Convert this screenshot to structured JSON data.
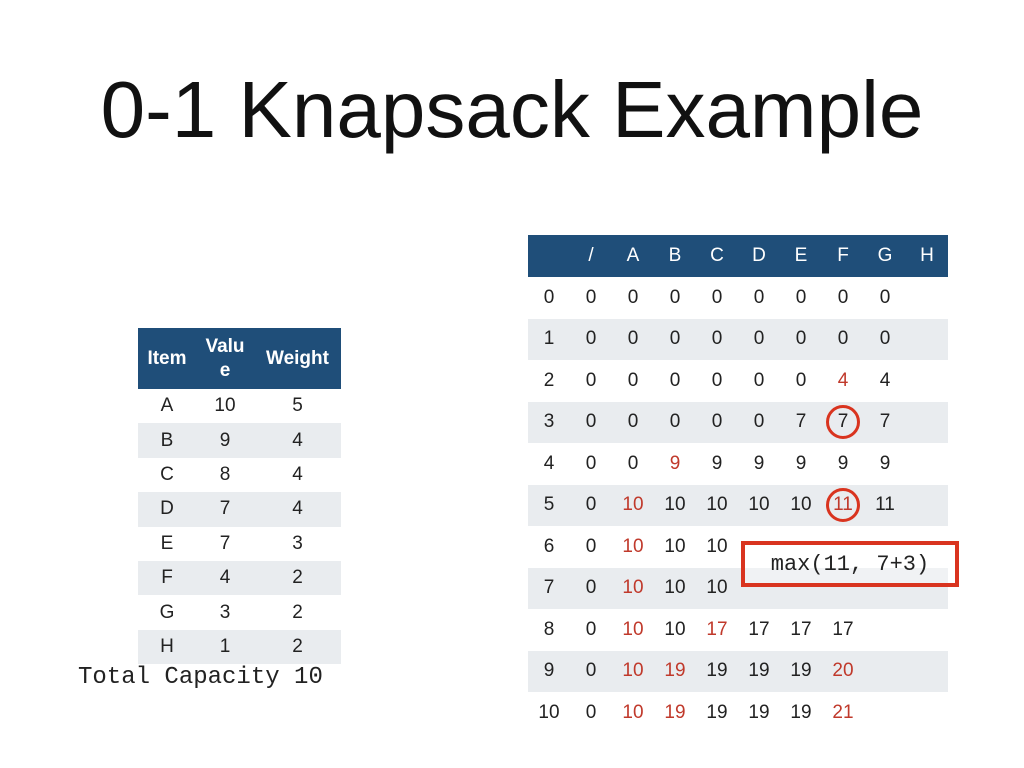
{
  "title": "0-1 Knapsack Example",
  "items_table": {
    "headers": [
      "Item",
      "Valu\ne",
      "Weight"
    ],
    "rows": [
      [
        "A",
        "10",
        "5"
      ],
      [
        "B",
        "9",
        "4"
      ],
      [
        "C",
        "8",
        "4"
      ],
      [
        "D",
        "7",
        "4"
      ],
      [
        "E",
        "7",
        "3"
      ],
      [
        "F",
        "4",
        "2"
      ],
      [
        "G",
        "3",
        "2"
      ],
      [
        "H",
        "1",
        "2"
      ]
    ]
  },
  "capacity_label": "Total Capacity 10",
  "dp_table": {
    "headers": [
      "",
      "/",
      "A",
      "B",
      "C",
      "D",
      "E",
      "F",
      "G",
      "H"
    ],
    "rows": [
      [
        "0",
        "0",
        "0",
        "0",
        "0",
        "0",
        "0",
        "0",
        "0",
        ""
      ],
      [
        "1",
        "0",
        "0",
        "0",
        "0",
        "0",
        "0",
        "0",
        "0",
        ""
      ],
      [
        "2",
        "0",
        "0",
        "0",
        "0",
        "0",
        "0",
        "4",
        "4",
        ""
      ],
      [
        "3",
        "0",
        "0",
        "0",
        "0",
        "0",
        "7",
        "7",
        "7",
        ""
      ],
      [
        "4",
        "0",
        "0",
        "9",
        "9",
        "9",
        "9",
        "9",
        "9",
        ""
      ],
      [
        "5",
        "0",
        "10",
        "10",
        "10",
        "10",
        "10",
        "11",
        "11",
        ""
      ],
      [
        "6",
        "0",
        "10",
        "10",
        "10",
        "",
        "",
        "",
        "",
        ""
      ],
      [
        "7",
        "0",
        "10",
        "10",
        "10",
        "",
        "",
        "",
        "",
        ""
      ],
      [
        "8",
        "0",
        "10",
        "10",
        "17",
        "17",
        "17",
        "17",
        "",
        ""
      ],
      [
        "9",
        "0",
        "10",
        "19",
        "19",
        "19",
        "19",
        "20",
        "",
        ""
      ],
      [
        "10",
        "0",
        "10",
        "19",
        "19",
        "19",
        "19",
        "21",
        "",
        ""
      ]
    ],
    "highlight_color": "#c0392b",
    "circle_color": "#d9341f"
  },
  "popup_text": "max(11, 7+3)"
}
